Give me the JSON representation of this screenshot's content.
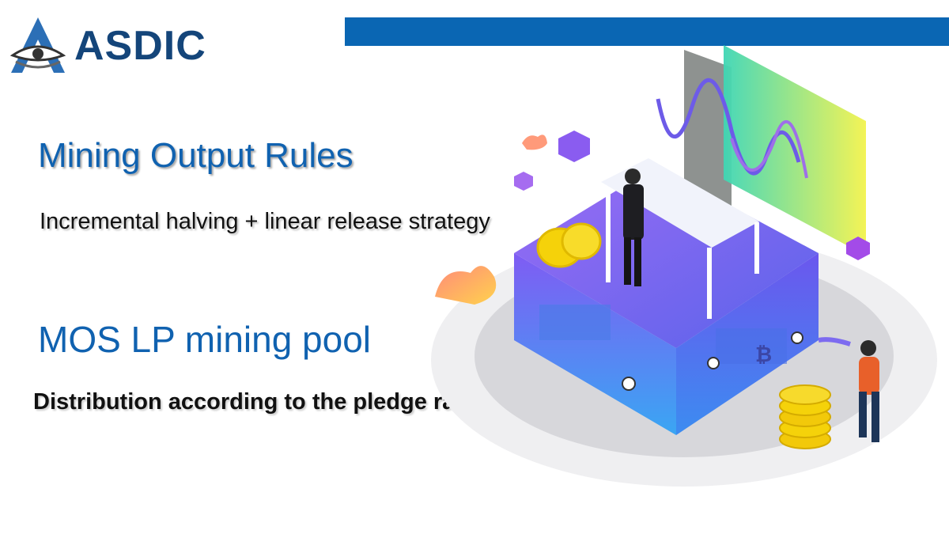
{
  "logo": {
    "text": "ASDIC"
  },
  "slide": {
    "title_1": "Mining Output Rules",
    "subtitle_1": "Incremental halving + linear release strategy",
    "title_2": "MOS LP mining pool",
    "subtitle_2": "Distribution according to the pledge ratio"
  },
  "colors": {
    "accent_blue": "#0a66b3",
    "title_blue": "#1062b0",
    "logo_navy": "#14457a",
    "coin_gold": "#f5d20a",
    "platform_purple": "#7b4cf0"
  },
  "icons": [
    "logo-mark-icon",
    "bitcoin-coin-icon",
    "cloud-icon",
    "cube-icon"
  ]
}
